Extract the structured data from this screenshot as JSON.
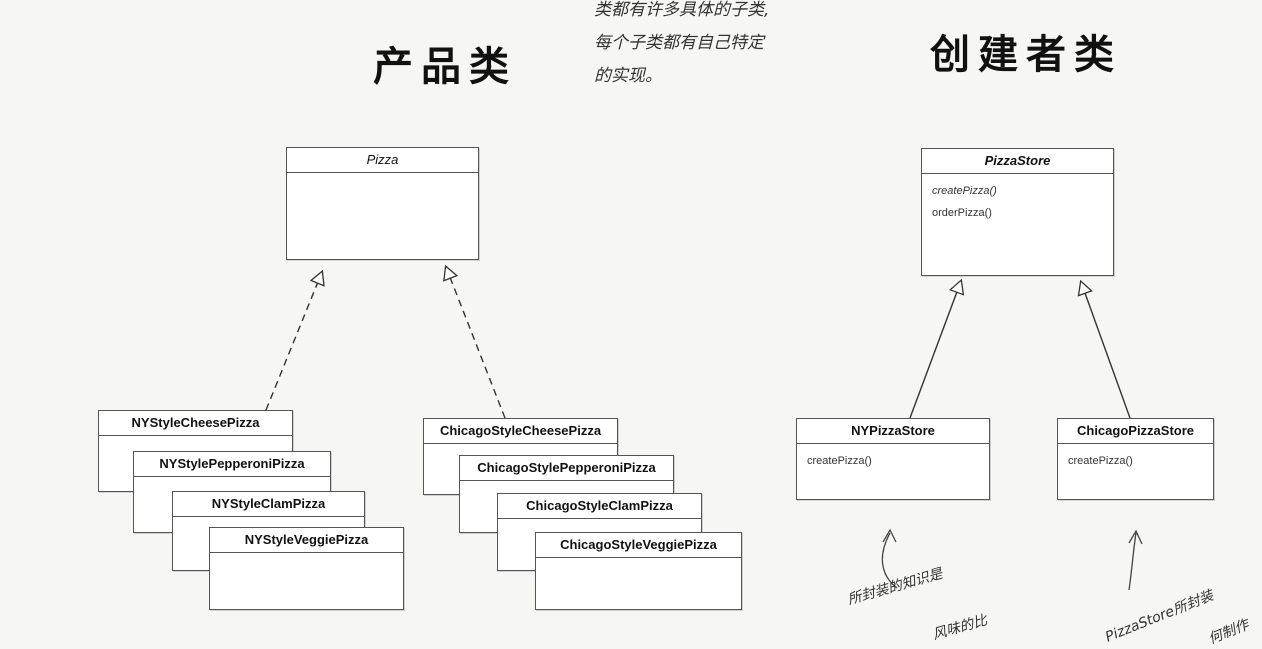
{
  "headings": {
    "product": "产品类",
    "creator": "创建者类"
  },
  "note_lines": [
    "类都有许多具体的子类,",
    "每个子类都有自己特定",
    "的实现。"
  ],
  "product_hierarchy": {
    "abstract_class": "Pizza",
    "ny_group": [
      "NYStyleCheesePizza",
      "NYStylePepperoniPizza",
      "NYStyleClamPizza",
      "NYStyleVeggiePizza"
    ],
    "chicago_group": [
      "ChicagoStyleCheesePizza",
      "ChicagoStylePepperoniPizza",
      "ChicagoStyleClamPizza",
      "ChicagoStyleVeggiePizza"
    ]
  },
  "creator_hierarchy": {
    "abstract_class": "PizzaStore",
    "abstract_methods": [
      "createPizza()",
      "orderPizza()"
    ],
    "ny_store": {
      "name": "NYPizzaStore",
      "method": "createPizza()"
    },
    "chicago_store": {
      "name": "ChicagoPizzaStore",
      "method": "createPizza()"
    }
  },
  "annotations": {
    "left_fragment": "所封装的知识是",
    "left_fragment_2": "风味的比",
    "right_fragment": "PizzaStore所封装",
    "right_fragment_2": "何制作"
  },
  "colors": {
    "box_border": "#555555",
    "background": "#f6f6f4",
    "line": "#333333"
  }
}
